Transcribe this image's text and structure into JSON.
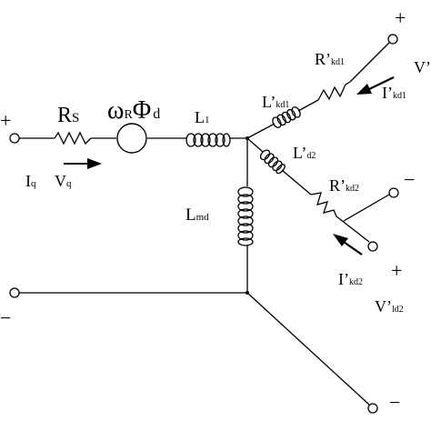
{
  "labels": {
    "rs_main": "R",
    "rs_sub": "S",
    "wr_phi_d_omega": "ω",
    "wr_phi_d_R": "R",
    "wr_phi_d_Phi": "Φ",
    "wr_phi_d_d": "d",
    "l1_main": "L",
    "l1_sub": "1",
    "lmd_main": "L",
    "lmd_sub": "md",
    "lkd1_main": "L’",
    "lkd1_sub": "kd1",
    "rkd1_main": "R’",
    "rkd1_sub": "kd1",
    "ikd1_main": "I’",
    "ikd1_sub": "kd1",
    "vkd1_main": "V’",
    "lkd2_main": "L’",
    "lkd2_sub": "d2",
    "rkd2_main": "R’",
    "rkd2_sub": "kd2",
    "ikd2_main": "I’",
    "ikd2_sub": "kd2",
    "vld2_main": "V’",
    "vld2_sub": "ld2",
    "iq_main": "I",
    "iq_sub": "q",
    "vq_main": "V",
    "vq_sub": "q"
  },
  "polarity": {
    "plus": "+",
    "minus": "−"
  }
}
